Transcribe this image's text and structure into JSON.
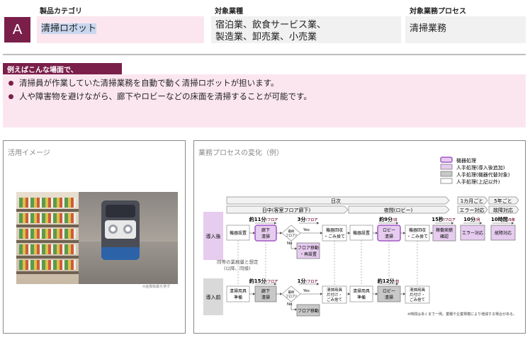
{
  "header": {
    "category_label": "製品カテゴリ",
    "industry_label": "対象業種",
    "process_label": "対象業務プロセス",
    "badge": "A",
    "product_name": "清掃ロボット",
    "industry_line1": "宿泊業、飲食サービス業、",
    "industry_line2": "製造業、卸売業、小売業",
    "process_value": "清掃業務"
  },
  "example": {
    "tab_label": "例えばこんな場面で、",
    "lines": [
      "清掃員が作業していた清掃業務を自動で動く清掃ロボットが担います。",
      "人や障害物を避けながら、廊下やロビーなどの床面を清掃することが可能です。"
    ]
  },
  "image_panel": {
    "title": "活用イメージ",
    "credit": "※画像転載を禁ず"
  },
  "process_panel": {
    "title": "業務プロセスの変化（例）",
    "legend": [
      {
        "label": "機器処理",
        "color": "#e6ccef",
        "border": "#a256c5"
      },
      {
        "label": "人手処理(導入後追加)",
        "color": "#e6ccef",
        "border": "#7d7d7d"
      },
      {
        "label": "人手処理(機器代替対象)",
        "color": "#c8c8c8",
        "border": "#7d7d7d"
      },
      {
        "label": "人手処理(上記以外)",
        "color": "#ffffff",
        "border": "#7d7d7d"
      }
    ],
    "timeline": {
      "daily": "日次",
      "monthly": "1カ月ごと",
      "five_year": "5年ごと",
      "daytime": "日中(客室フロア廊下)",
      "night": "夜間(ロビー)",
      "error": "エラー対応",
      "failure": "故障対応"
    },
    "rows": {
      "after": "導入後",
      "before": "導入前",
      "same_note_1": "同等の業務量と想定",
      "same_note_2": "(以降、同様)"
    },
    "after_boxes": {
      "setup": "機器設置",
      "corridor_1": "廊下",
      "corridor_2": "清掃",
      "diamond_1": "最終",
      "diamond_2": "フロア?",
      "collect_1": "機器回収",
      "collect_2": "・ごみ捨て",
      "setup2": "機器設置",
      "lobby_1": "ロビー",
      "lobby_2": "清掃",
      "collect2_1": "機器回収",
      "collect2_2": "・ごみ捨て",
      "confirm_1": "稼働実績",
      "confirm_2": "確認",
      "error": "エラー対応",
      "failure": "故障対応",
      "floor_move_1": "フロア移動",
      "floor_move_2": "・再設置",
      "yes": "Yes",
      "no": "No"
    },
    "after_times": {
      "t1": "約11分",
      "t1_unit": "/フロア",
      "t2": "3分",
      "t2_unit": "/フロア",
      "t3": "約9分",
      "t3_unit": "/日",
      "t4": "15秒",
      "t4_unit": "/フロア",
      "t5": "10分",
      "t5_unit": "/月",
      "t6": "10時間",
      "t6_unit": "/5年"
    },
    "before_boxes": {
      "prep_1": "清掃用具",
      "prep_2": "準備",
      "corridor_1": "廊下",
      "corridor_2": "清掃",
      "diamond_1": "最終",
      "diamond_2": "フロア?",
      "tidy_1": "清掃用具",
      "tidy_2": "片付け・",
      "tidy_3": "ごみ捨て",
      "prep2_1": "清掃用具",
      "prep2_2": "準備",
      "lobby_1": "ロビー",
      "lobby_2": "清掃",
      "tidy2_1": "清掃用具",
      "tidy2_2": "片付け・",
      "tidy2_3": "ごみ捨て",
      "floor_move": "フロア移動",
      "yes": "Yes",
      "no": "No"
    },
    "before_times": {
      "t1": "約15分",
      "t1_unit": "/フロア",
      "t2": "1分",
      "t2_unit": "/フロア",
      "t3": "約12分",
      "t3_unit": "/日"
    },
    "footnote": "※時間はあくまで一例。業種や企業規模により増減する場合がある。"
  },
  "colors": {
    "accent": "#7a1f4a",
    "pink_bg": "#fbe6f0",
    "purple_box": "#e6ccef",
    "purple_border": "#a256c5"
  }
}
